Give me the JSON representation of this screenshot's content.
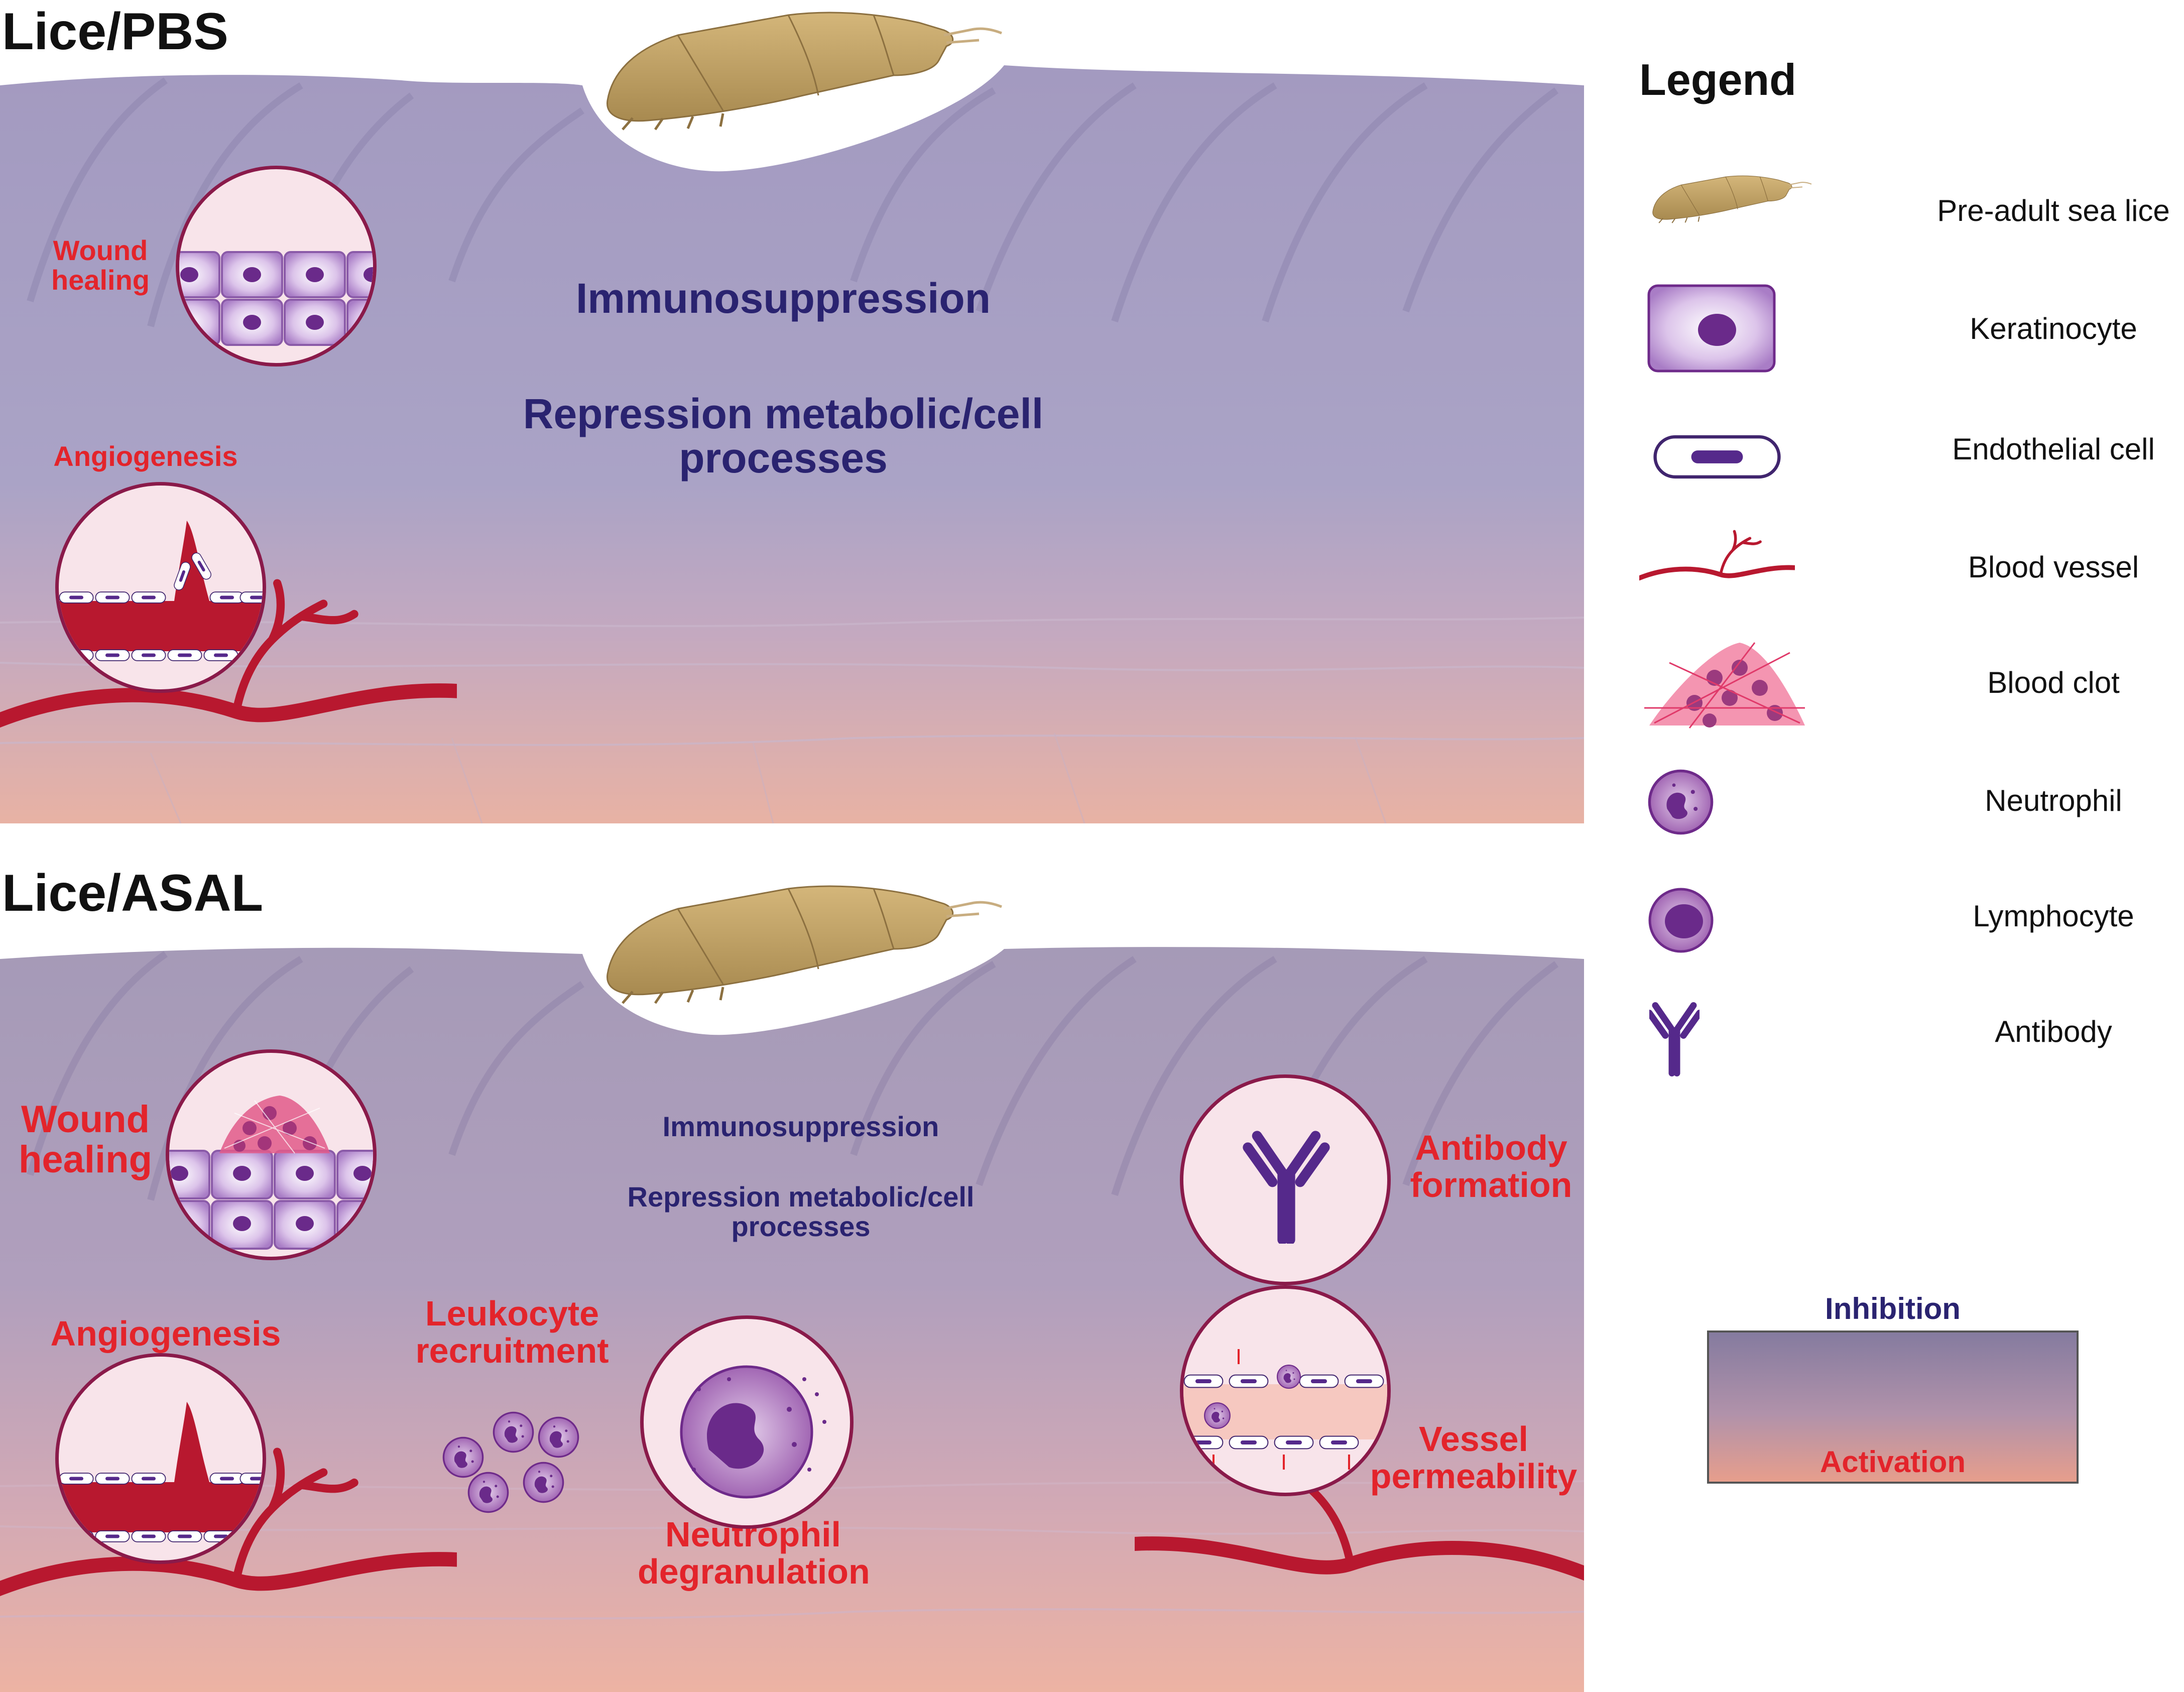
{
  "panels": {
    "top": {
      "title": "Lice/PBS",
      "main_text_1": "Immunosuppression",
      "main_text_2": "Repression metabolic/cell processes",
      "labels": {
        "wound_healing": "Wound healing",
        "angiogenesis": "Angiogenesis"
      }
    },
    "bottom": {
      "title": "Lice/ASAL",
      "main_text_1": "Immunosuppression",
      "main_text_2": "Repression metabolic/cell processes",
      "labels": {
        "wound_healing": "Wound healing",
        "angiogenesis": "Angiogenesis",
        "leukocyte_recruitment": "Leukocyte recruitment",
        "neutrophil_degranulation": "Neutrophil degranulation",
        "antibody_formation": "Antibody formation",
        "vessel_permeability": "Vessel permeability"
      }
    }
  },
  "legend": {
    "title": "Legend",
    "items": [
      {
        "icon": "sea-louse-icon",
        "label": "Pre-adult sea lice"
      },
      {
        "icon": "keratinocyte-icon",
        "label": "Keratinocyte"
      },
      {
        "icon": "endothelial-cell-icon",
        "label": "Endothelial cell"
      },
      {
        "icon": "blood-vessel-icon",
        "label": "Blood vessel"
      },
      {
        "icon": "blood-clot-icon",
        "label": "Blood clot"
      },
      {
        "icon": "neutrophil-icon",
        "label": "Neutrophil"
      },
      {
        "icon": "lymphocyte-icon",
        "label": "Lymphocyte"
      },
      {
        "icon": "antibody-icon",
        "label": "Antibody"
      }
    ],
    "scale": {
      "top_label": "Inhibition",
      "bottom_label": "Activation"
    }
  },
  "colors": {
    "inhibition": "#857b9f",
    "activation": "#e79e8c",
    "label_red": "#e3242b",
    "label_navy": "#2a2370",
    "vessel": "#b8182f",
    "cell_purple": "#6a2a8a"
  }
}
